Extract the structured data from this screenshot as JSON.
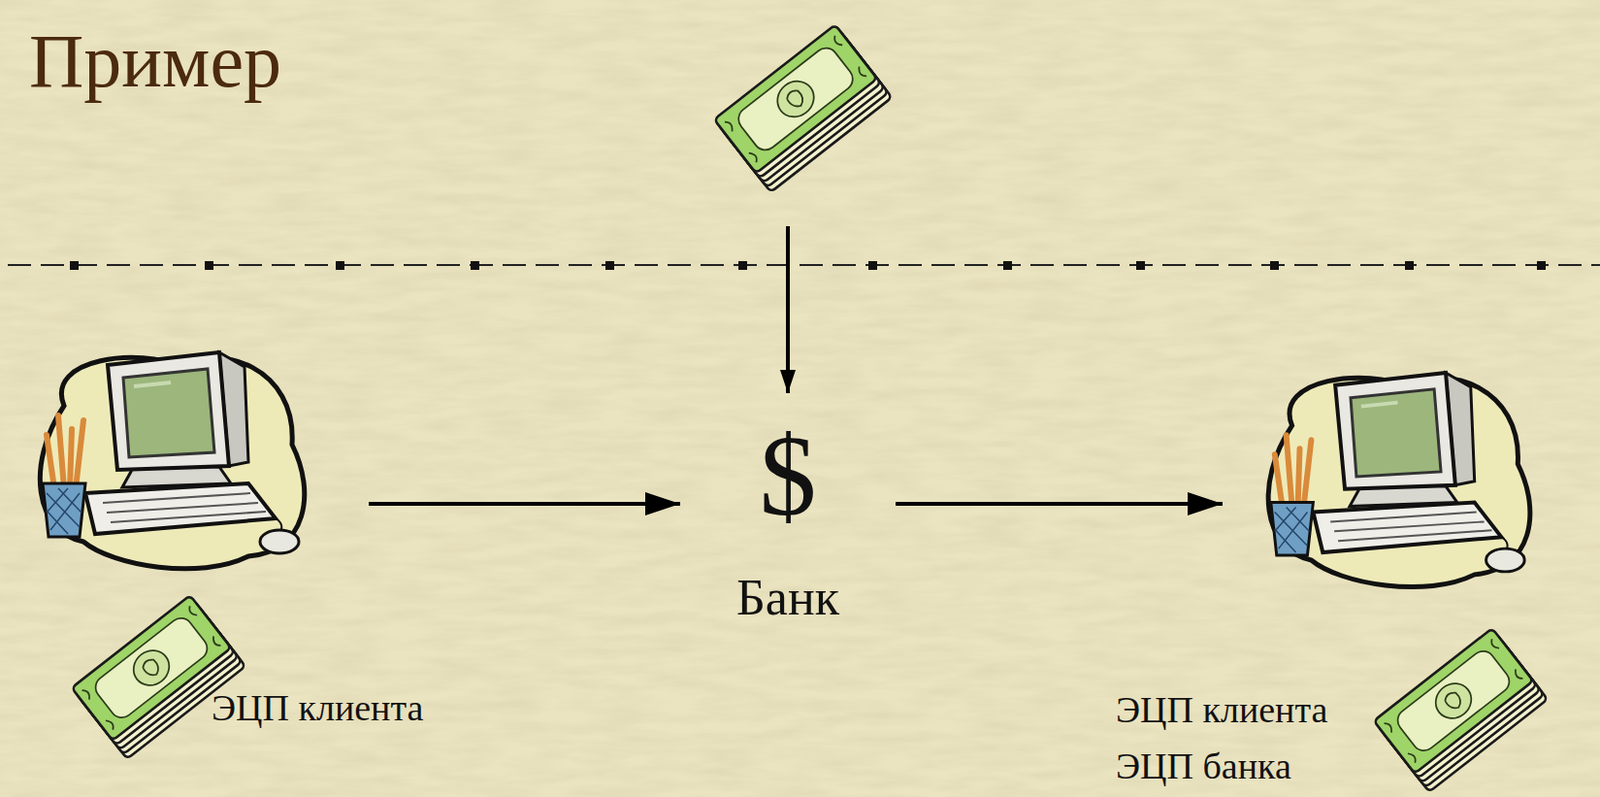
{
  "diagram": {
    "title": "Пример",
    "nodes": [
      {
        "text": [
          "ЭЦП клиента"
        ]
      },
      {
        "text": [
          "$",
          "Банк"
        ]
      },
      {
        "text": [
          "ЭЦП клиента",
          "ЭЦП банка"
        ]
      }
    ],
    "edges": [
      {
        "from": 0,
        "to": 1,
        "arrow": "to"
      },
      {
        "from": 1,
        "to": 2,
        "arrow": "to"
      }
    ]
  }
}
